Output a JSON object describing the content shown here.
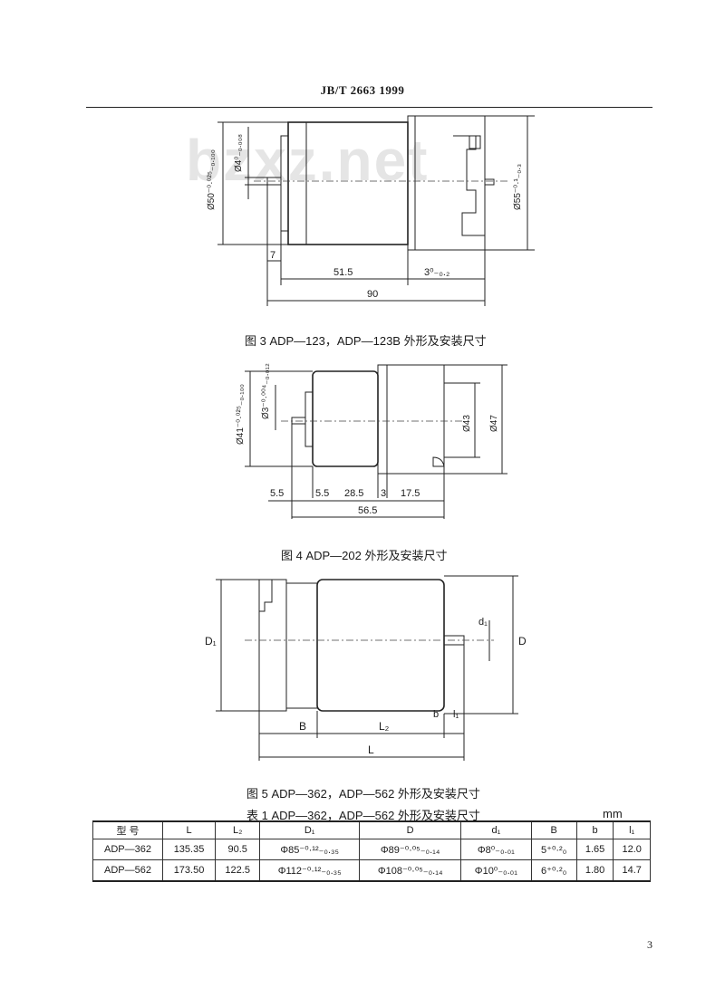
{
  "header": {
    "code": "JB/T 2663    1999"
  },
  "watermark": {
    "text": "bzxz.net"
  },
  "figure3": {
    "caption": "图 3   ADP—123，ADP—123B 外形及安装尺寸",
    "labels": {
      "d50": "Ø50⁻⁰·⁰²⁵₋₀.₁₀₀",
      "d4": "Ø4⁰₋₀.₀₀₈",
      "d55": "Ø55⁻⁰·¹₋₀.₃",
      "dim7": "7",
      "dim51": "51.5",
      "dim3": "3⁰₋₀.₂",
      "dim90": "90"
    }
  },
  "figure4": {
    "caption": "图 4   ADP—202 外形及安装尺寸",
    "labels": {
      "d41": "Ø41⁻⁰·⁰²⁵₋₀.₁₀₀",
      "d3": "Ø3⁻⁰·⁰⁰⁴₋₀.₀₁₂",
      "d43": "Ø43",
      "d47": "Ø47",
      "dim55a": "5.5",
      "dim55b": "5.5",
      "dim285": "28.5",
      "dim3": "3",
      "dim175": "17.5",
      "dim565": "56.5"
    }
  },
  "figure5": {
    "caption": "图 5   ADP—362，ADP—562 外形及安装尺寸",
    "labels": {
      "D1": "D₁",
      "D": "D",
      "d1": "d₁",
      "B": "B",
      "L2": "L₂",
      "b": "b",
      "l1": "l₁",
      "L": "L"
    }
  },
  "table1": {
    "caption": "表 1   ADP—362，ADP—562 外形及安装尺寸",
    "unit": "mm",
    "headers": [
      "型 号",
      "L",
      "L₂",
      "D₁",
      "D",
      "d₁",
      "B",
      "b",
      "l₁"
    ],
    "rows": [
      [
        "ADP—362",
        "135.35",
        "90.5",
        "Φ85⁻⁰·¹²₋₀.₃₅",
        "Φ89⁻⁰·⁰⁵₋₀.₁₄",
        "Φ8⁰₋₀.₀₁",
        "5⁺⁰·²₀",
        "1.65",
        "12.0"
      ],
      [
        "ADP—562",
        "173.50",
        "122.5",
        "Φ112⁻⁰·¹²₋₀.₃₅",
        "Φ108⁻⁰·⁰⁵₋₀.₁₄",
        "Φ10⁰₋₀.₀₁",
        "6⁺⁰·²₀",
        "1.80",
        "14.7"
      ]
    ]
  },
  "page": {
    "number": "3"
  }
}
